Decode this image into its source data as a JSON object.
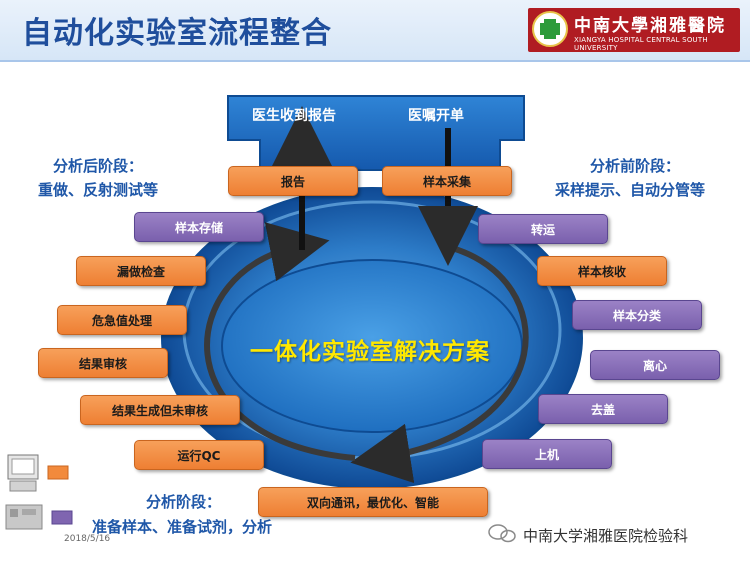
{
  "header": {
    "title": "自动化实验室流程整合"
  },
  "logo": {
    "name_cn": "中南大學湘雅醫院",
    "name_en": "XIANGYA HOSPITAL CENTRAL SOUTH UNIVERSITY"
  },
  "top_tabs": {
    "doctor_report": "医生收到报告",
    "doctor_order": "医嘱开单"
  },
  "center": {
    "label": "一体化实验室解决方案"
  },
  "phases": {
    "post_title": "分析后阶段：",
    "post_desc": "重做、反射测试等",
    "pre_title": "分析前阶段：",
    "pre_desc": "采样提示、自动分管等",
    "analysis_title": "分析阶段：",
    "analysis_desc": "准备样本、准备试剂，分析"
  },
  "boxes": {
    "report": "报告",
    "sample_collect": "样本采集",
    "transport": "转运",
    "sample_check": "样本核收",
    "sample_sort": "样本分类",
    "centrifuge": "离心",
    "decap": "去盖",
    "load": "上机",
    "comm": "双向通讯，最优化、智能",
    "run_qc": "运行QC",
    "result_unreviewed": "结果生成但未审核",
    "result_review": "结果审核",
    "critical_value": "危急值处理",
    "missed_check": "漏做检查",
    "sample_storage": "样本存储"
  },
  "legend": {
    "orange": "#f28a3c",
    "purple": "#7f65b0"
  },
  "colors": {
    "ring_blue": "#1c5fb0",
    "title_blue": "#1f4e9c",
    "center_yellow": "#ffe800",
    "logo_red": "#b01c22"
  },
  "footer": {
    "date": "2018/5/16",
    "brand": "中南大学湘雅医院检验科"
  }
}
